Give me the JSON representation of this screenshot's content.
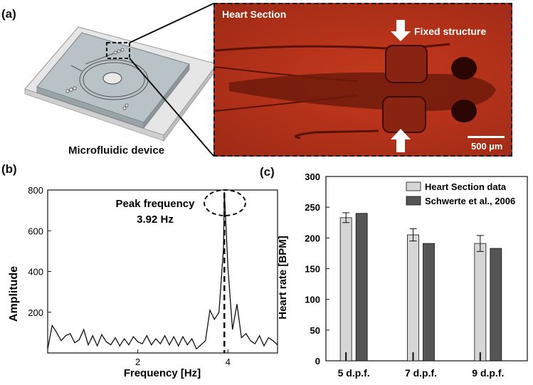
{
  "panels": {
    "a": {
      "label": "(a)",
      "device_caption": "Microfluidic device",
      "image_title": "Heart Section",
      "annotation": "Fixed structure",
      "scale_bar": "500 µm"
    },
    "b": {
      "label": "(b)",
      "peak_line1": "Peak frequency",
      "peak_line2": "3.92 Hz"
    },
    "c": {
      "label": "(c)"
    }
  },
  "chart_data": [
    {
      "type": "line",
      "xlabel": "Frequency [Hz]",
      "ylabel": "Amplitude",
      "xlim": [
        0,
        5.1
      ],
      "ylim": [
        0,
        800
      ],
      "xticks": [
        2,
        4
      ],
      "yticks": [
        200,
        400,
        600,
        800
      ],
      "peak_x": 3.92,
      "x": [
        0,
        0.1,
        0.2,
        0.3,
        0.4,
        0.5,
        0.6,
        0.7,
        0.8,
        0.9,
        1.0,
        1.1,
        1.2,
        1.3,
        1.4,
        1.5,
        1.6,
        1.7,
        1.8,
        1.9,
        2.0,
        2.1,
        2.2,
        2.3,
        2.4,
        2.5,
        2.6,
        2.7,
        2.8,
        2.9,
        3.0,
        3.1,
        3.2,
        3.3,
        3.4,
        3.5,
        3.6,
        3.7,
        3.8,
        3.9,
        3.92,
        4.0,
        4.1,
        4.2,
        4.3,
        4.4,
        4.5,
        4.6,
        4.7,
        4.8,
        4.9,
        5.0,
        5.1
      ],
      "y": [
        20,
        135,
        100,
        60,
        85,
        95,
        50,
        65,
        115,
        40,
        85,
        35,
        90,
        55,
        40,
        75,
        35,
        70,
        40,
        80,
        55,
        45,
        85,
        40,
        70,
        45,
        85,
        40,
        80,
        35,
        80,
        40,
        70,
        20,
        40,
        60,
        210,
        165,
        200,
        510,
        790,
        420,
        115,
        240,
        75,
        95,
        60,
        45,
        85,
        35,
        75,
        60,
        40
      ]
    },
    {
      "type": "bar",
      "ylabel": "Heart rate [BPM]",
      "ylim": [
        0,
        300
      ],
      "yticks": [
        0,
        50,
        100,
        150,
        200,
        250,
        300
      ],
      "categories": [
        "5 d.p.f.",
        "7 d.p.f.",
        "9 d.p.f."
      ],
      "series": [
        {
          "name": "Heart Section data",
          "values": [
            233,
            205,
            191
          ],
          "errors": [
            8,
            10,
            13
          ],
          "color": "#d6d6d6"
        },
        {
          "name": "Schwerte et al., 2006",
          "values": [
            240,
            191,
            183
          ],
          "color": "#555555"
        }
      ],
      "legend_position": "top-right"
    }
  ]
}
